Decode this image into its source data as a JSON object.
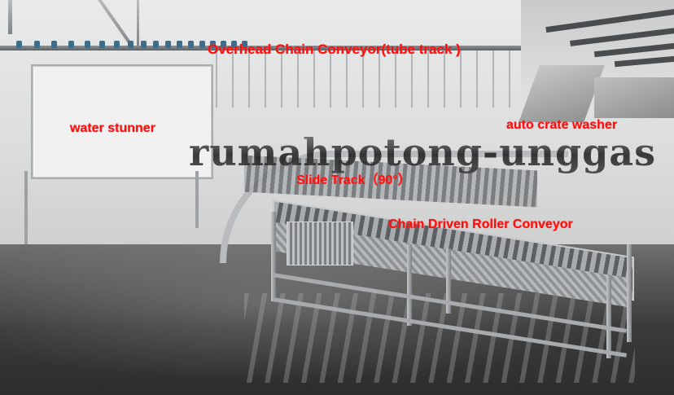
{
  "image": {
    "description": "Poultry slaughterhouse processing line with annotated equipment",
    "watermark": "rumahpotong-unggas"
  },
  "labels": {
    "overhead_conveyor": "Overhead Chain Conveyor(tube track )",
    "water_stunner": "water stunner",
    "auto_crate_washer": "auto  crate  washer",
    "slide_track": "Slide Track（90°）",
    "roller_conveyor": "Chain Driven Roller  Conveyor"
  },
  "colors": {
    "label_text": "#ff0d0d",
    "wall": "#e3e4e4",
    "floor": "#3a3b3b",
    "steel": "#b9bcbe",
    "trolley": "#3f6c86"
  }
}
